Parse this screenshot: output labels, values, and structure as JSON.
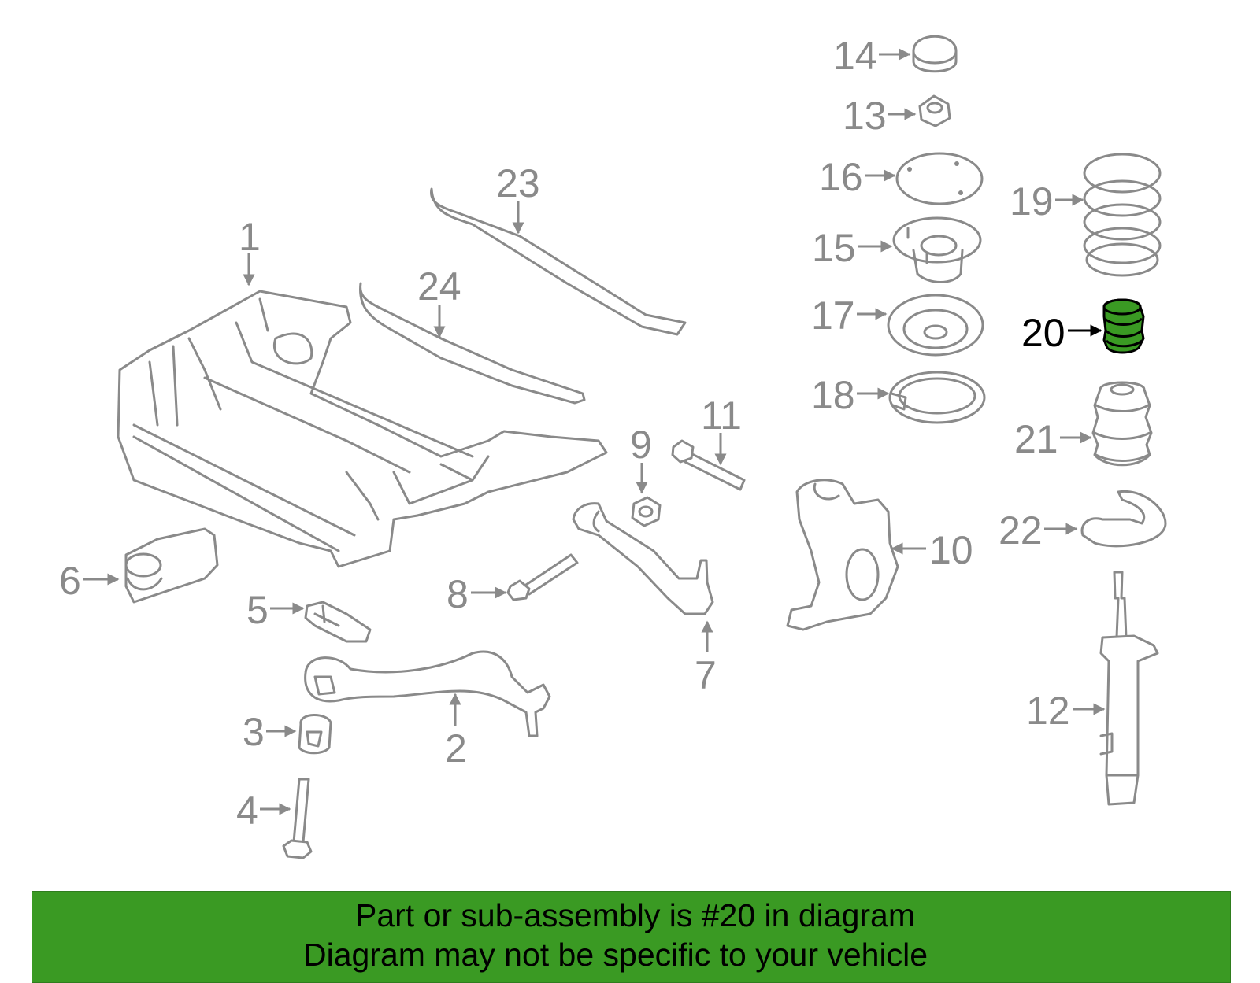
{
  "colors": {
    "line_art": "#8a8a8a",
    "highlight_fill": "#3a9a23",
    "highlight_stroke": "#000000",
    "footer_bg": "#3a9a23",
    "footer_text": "#000000"
  },
  "highlighted_part": "20",
  "callouts": {
    "c1": "1",
    "c2": "2",
    "c3": "3",
    "c4": "4",
    "c5": "5",
    "c6": "6",
    "c7": "7",
    "c8": "8",
    "c9": "9",
    "c10": "10",
    "c11": "11",
    "c12": "12",
    "c13": "13",
    "c14": "14",
    "c15": "15",
    "c16": "16",
    "c17": "17",
    "c18": "18",
    "c19": "19",
    "c20": "20",
    "c21": "21",
    "c22": "22",
    "c23": "23",
    "c24": "24"
  },
  "footer": {
    "line1": "Part or sub-assembly is #20 in diagram",
    "line2": "Diagram may not be specific to your vehicle"
  }
}
